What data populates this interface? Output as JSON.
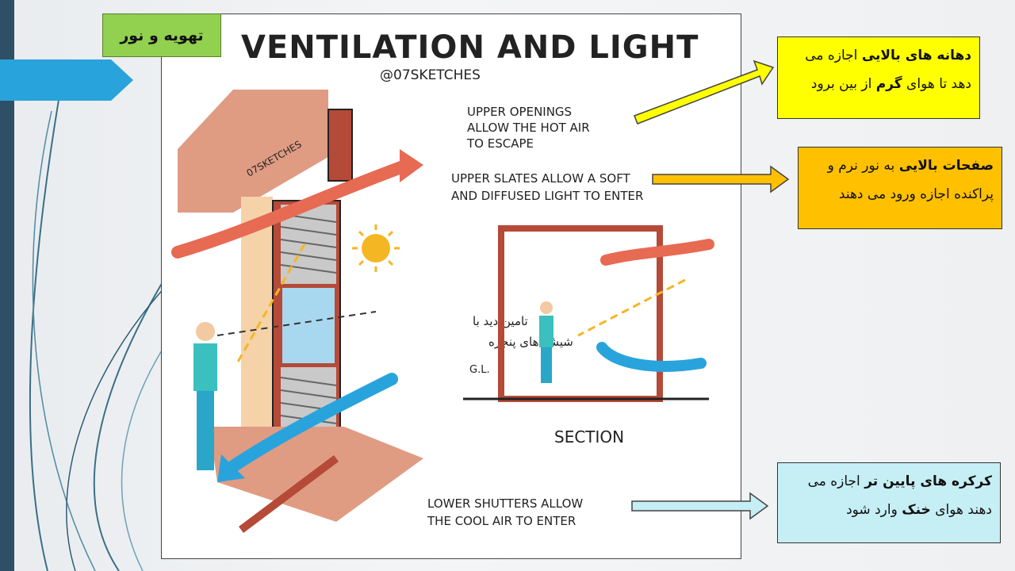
{
  "slide": {
    "title_badge": "تهویه و نور"
  },
  "sketch": {
    "heading": "VENTILATION AND LIGHT",
    "handle": "@07SKETCHES",
    "watermark": "07SKETCHES",
    "label_upper_openings_1": "UPPER OPENINGS",
    "label_upper_openings_2": "ALLOW THE HOT AIR",
    "label_upper_openings_3": "TO ESCAPE",
    "label_upper_slates_1": "UPPER SLATES ALLOW A SOFT",
    "label_upper_slates_2": "AND DIFFUSED LIGHT TO ENTER",
    "label_lower_shutters_1": "LOWER SHUTTERS ALLOW",
    "label_lower_shutters_2": "THE COOL AIR TO ENTER",
    "label_gl": "G.L.",
    "label_section": "SECTION",
    "persian_note_1": "تامین دید با",
    "persian_note_2": "شیشه های پنجره"
  },
  "callouts": {
    "c1": {
      "bold1": "دهانه های بالایی",
      "text1": " اجازه می دهد تا هوای ",
      "bold2": "گرم",
      "text2": " از بین برود"
    },
    "c2": {
      "bold1": "صفحات بالایی",
      "text1": " به نور نرم و پراکنده اجازه ورود می دهند"
    },
    "c3": {
      "bold1": "کرکره های پایین تر",
      "text1": " اجازه می دهند هوای ",
      "bold2": "خنک",
      "text2": " وارد شود"
    }
  },
  "colors": {
    "green_badge": "#92d050",
    "yellow_callout": "#ffff00",
    "orange_callout": "#ffc000",
    "cyan_callout": "#c5eef5",
    "accent_blue": "#29a3dc"
  }
}
